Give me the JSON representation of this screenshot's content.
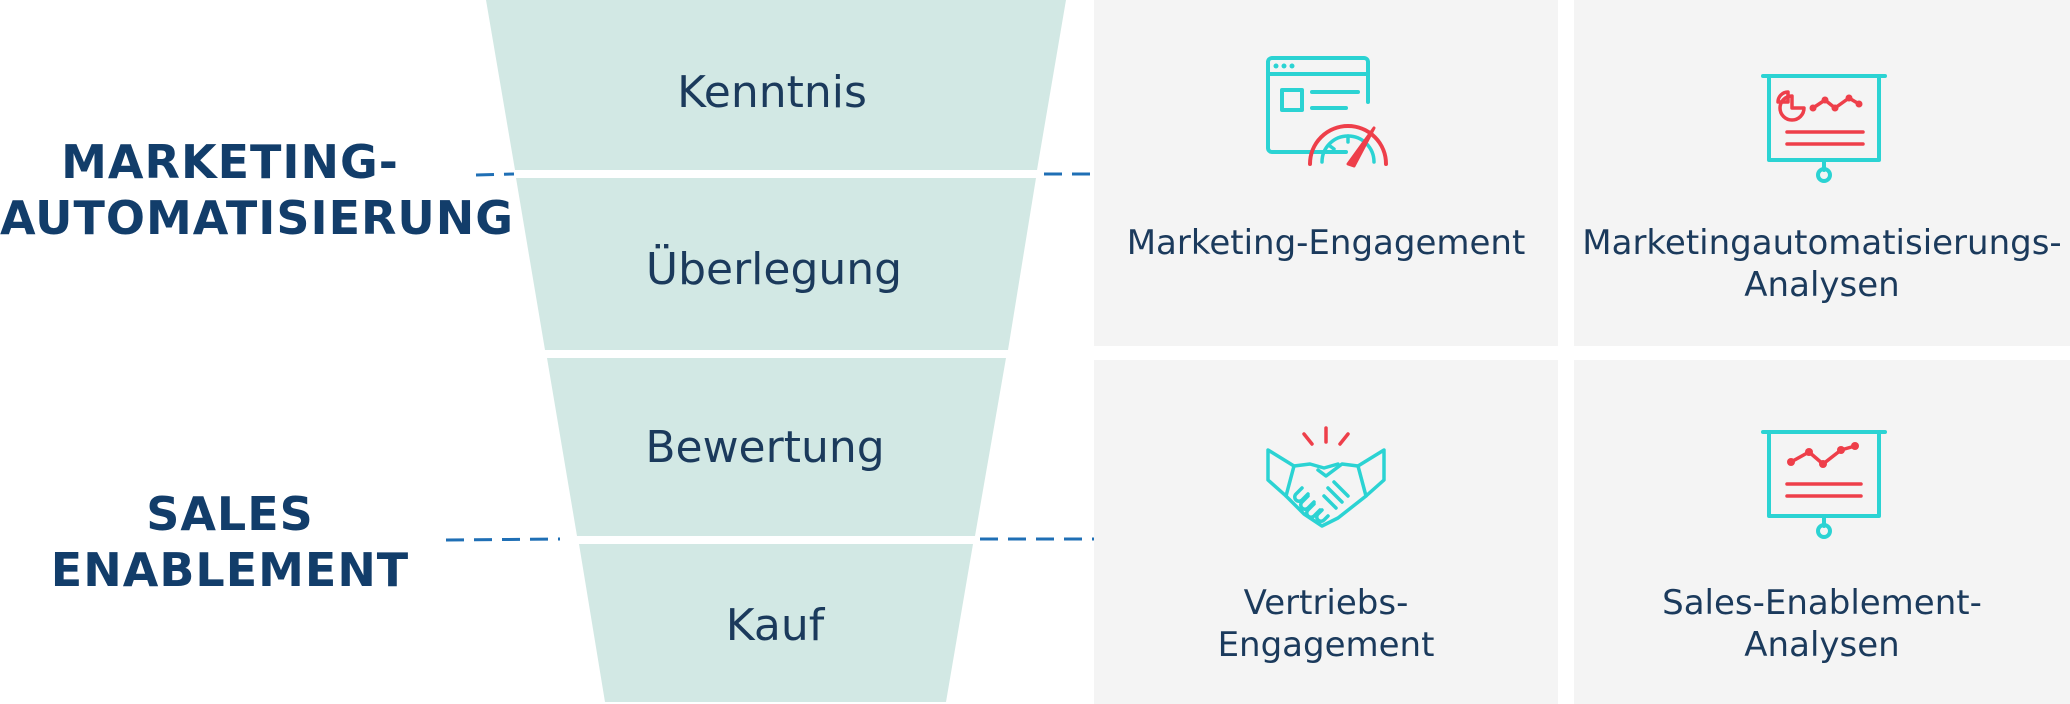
{
  "sections": {
    "marketing": {
      "line1": "MARKETING-",
      "line2": "AUTOMATISIERUNG"
    },
    "sales": {
      "line1": "SALES",
      "line2": "ENABLEMENT"
    }
  },
  "funnel": {
    "stages": [
      "Kenntnis",
      "Überlegung",
      "Bewertung",
      "Kauf"
    ]
  },
  "cards": {
    "marketing_engagement": {
      "line1": "Marketing-Engagement",
      "icon": "browser-speedometer-icon"
    },
    "marketing_analytics": {
      "line1": "Marketingautomatisierungs-",
      "line2": "Analysen",
      "icon": "presentation-pie-chart-icon"
    },
    "sales_engagement": {
      "line1": "Vertriebs-",
      "line2": "Engagement",
      "icon": "handshake-icon"
    },
    "sales_analytics": {
      "line1": "Sales-Enablement-",
      "line2": "Analysen",
      "icon": "presentation-line-chart-icon"
    }
  },
  "colors": {
    "funnel_fill": "#d2e8e4",
    "navy": "#123d6a",
    "teal": "#2bd3d3",
    "red": "#ee3f4a",
    "dash_blue": "#1f6fb5",
    "card_bg": "#f4f4f4"
  }
}
